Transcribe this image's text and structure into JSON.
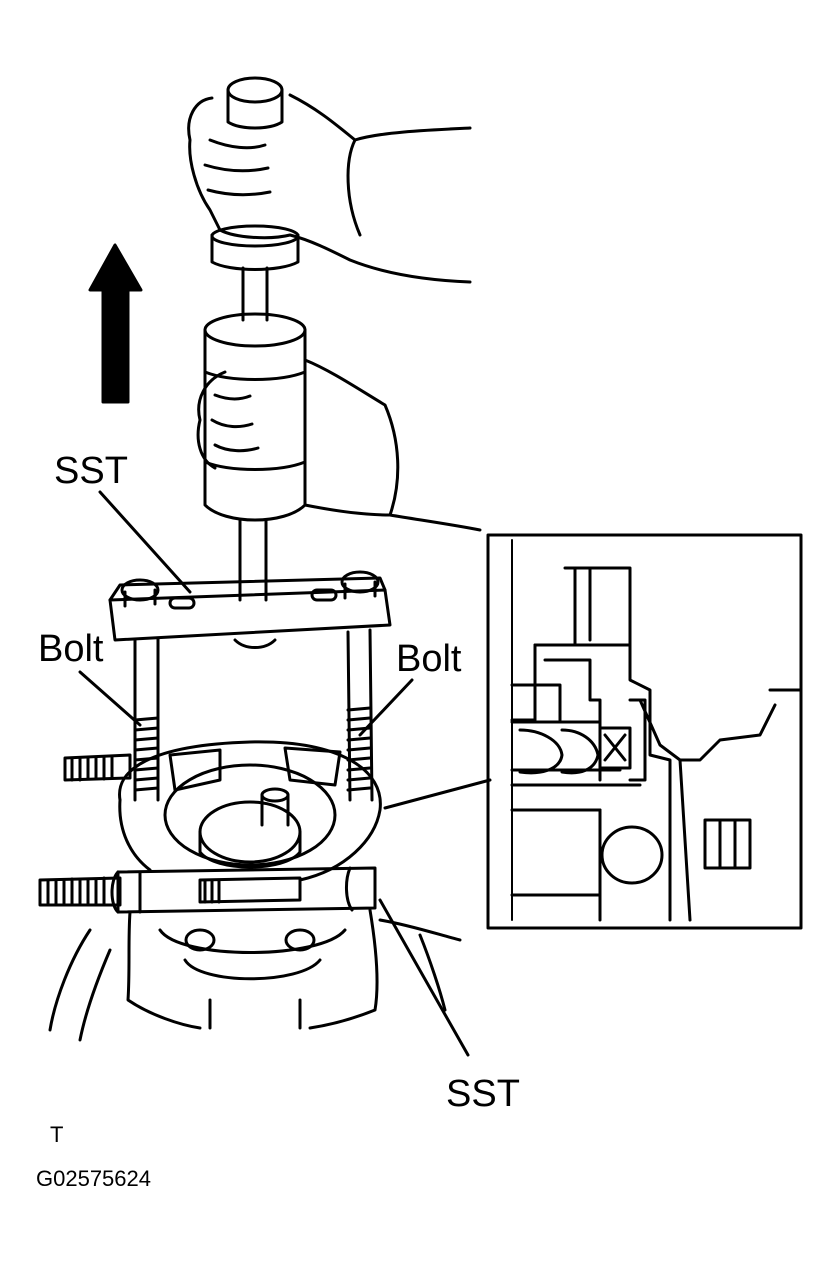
{
  "labels": {
    "sst_top": "SST",
    "bolt_left": "Bolt",
    "bolt_right": "Bolt",
    "sst_bottom": "SST",
    "corner_mark": "T",
    "figure_code": "G02575624"
  },
  "colors": {
    "ink": "#000000",
    "paper": "#ffffff"
  },
  "icons": {
    "direction_arrow": "arrow-up-icon"
  }
}
